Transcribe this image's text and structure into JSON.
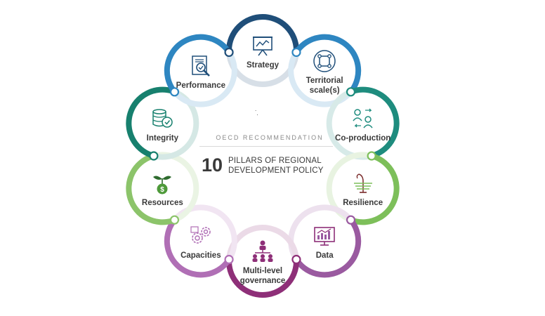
{
  "diagram": {
    "kicker": "OECD RECOMMENDATION",
    "number": "10",
    "title": "PILLARS OF REGIONAL DEVELOPMENT POLICY",
    "pillars": [
      {
        "label": "Strategy",
        "icon": "presentation-board-icon",
        "color": "#1f4e79"
      },
      {
        "label": "Territorial scale(s)",
        "icon": "network-square-icon",
        "color": "#2e86c1"
      },
      {
        "label": "Co-production",
        "icon": "people-exchange-icon",
        "color": "#1e8c7e"
      },
      {
        "label": "Resilience",
        "icon": "bending-plant-icon",
        "color": "#7dbf5a"
      },
      {
        "label": "Data",
        "icon": "chart-screen-icon",
        "color": "#9a5aa0"
      },
      {
        "label": "Multi-level governance",
        "icon": "hierarchy-icon",
        "color": "#8e2f78"
      },
      {
        "label": "Capacities",
        "icon": "gears-icon",
        "color": "#b06fb5"
      },
      {
        "label": "Resources",
        "icon": "money-sprout-icon",
        "color": "#8cc46a"
      },
      {
        "label": "Integrity",
        "icon": "coins-shield-icon",
        "color": "#17806e"
      },
      {
        "label": "Performance",
        "icon": "magnifier-document-icon",
        "color": "#2e86c1"
      }
    ]
  }
}
